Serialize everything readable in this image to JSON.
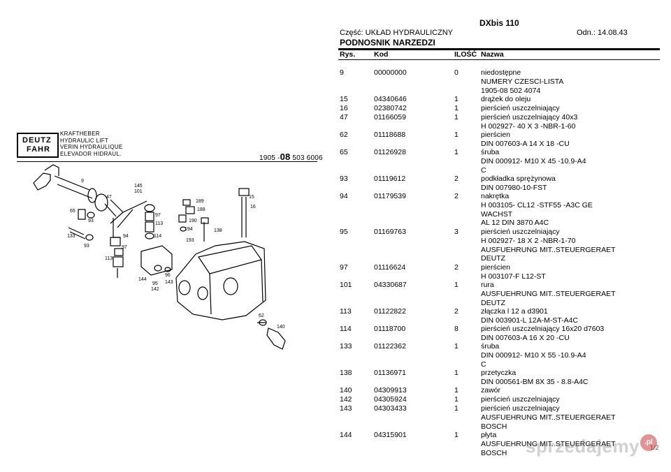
{
  "diagram": {
    "brand_line1": "DEUTZ",
    "brand_line2": "FAHR",
    "titles": [
      "KRAFTHEBER",
      "HYDRAULIC LIFT",
      "VERIN HYDRAULIQUE",
      "ELEVADOR HIDRAUL."
    ],
    "code_prefix": "1905 -",
    "code_big": "08",
    "code_suffix": " 503 6006",
    "callouts": [
      "9",
      "145",
      "101",
      "47",
      "15",
      "16",
      "189",
      "188",
      "190",
      "97",
      "113",
      "194",
      "193",
      "138",
      "65",
      "93",
      "133",
      "94",
      "97",
      "114",
      "113",
      "93",
      "144",
      "95",
      "142",
      "96",
      "143",
      "62",
      "140"
    ]
  },
  "document": {
    "title": "DXbis 110",
    "part_label": "Część: UKŁAD HYDRAULICZNY",
    "date_label": "Odn.: 14.08.43",
    "section": "PODNOSNIK NARZEDZI",
    "headers": {
      "rys": "Rys.",
      "kod": "Kod",
      "ilosc": "ILOŚĆ",
      "nazwa": "Nazwa"
    },
    "rows": [
      {
        "rys": "9",
        "kod": "00000000",
        "ilosc": "0",
        "nazwa": [
          "niedostępne",
          "NUMERY CZESCI-LISTA",
          "1905-08 502 4074"
        ]
      },
      {
        "rys": "15",
        "kod": "04340646",
        "ilosc": "1",
        "nazwa": [
          "drążek do oleju"
        ]
      },
      {
        "rys": "16",
        "kod": "02380742",
        "ilosc": "1",
        "nazwa": [
          "pierścień uszczelniający"
        ]
      },
      {
        "rys": "47",
        "kod": "01166059",
        "ilosc": "1",
        "nazwa": [
          "pierścień uszczelniający 40x3",
          "H 002927- 40 X 3 -NBR-1-60"
        ]
      },
      {
        "rys": "62",
        "kod": "01118688",
        "ilosc": "1",
        "nazwa": [
          "pierścien",
          "DIN 007603-A 14 X 18 -CU"
        ]
      },
      {
        "rys": "65",
        "kod": "01126928",
        "ilosc": "1",
        "nazwa": [
          "śruba",
          "DIN 000912- M10 X 45 -10.9-A4",
          "C"
        ]
      },
      {
        "rys": "93",
        "kod": "01119612",
        "ilosc": "2",
        "nazwa": [
          "podkładka sprężynowa",
          "DIN 007980-10-FST"
        ]
      },
      {
        "rys": "94",
        "kod": "01179539",
        "ilosc": "2",
        "nazwa": [
          "nakrętka",
          "H 003105- CL12 -STF55 -A3C GE",
          "WACHST",
          "AL 12 DIN 3870 A4C"
        ]
      },
      {
        "rys": "95",
        "kod": "01169763",
        "ilosc": "3",
        "nazwa": [
          "pierścień uszczelniający",
          "H 002927- 18 X 2 -NBR-1-70",
          "AUSFUEHRUNG MIT..STEUERGERAET",
          "DEUTZ"
        ]
      },
      {
        "rys": "97",
        "kod": "01116624",
        "ilosc": "2",
        "nazwa": [
          "pierścien",
          "H 003107-F L12-ST"
        ]
      },
      {
        "rys": "101",
        "kod": "04330687",
        "ilosc": "1",
        "nazwa": [
          "rura",
          "AUSFUEHRUNG MIT..STEUERGERAET",
          "DEUTZ"
        ]
      },
      {
        "rys": "113",
        "kod": "01122822",
        "ilosc": "2",
        "nazwa": [
          "złączka l 12 a d3901",
          "DIN 003901-L 12A-M-ST-A4C"
        ]
      },
      {
        "rys": "114",
        "kod": "01118700",
        "ilosc": "8",
        "nazwa": [
          "pierścień uszczelniający 16x20 d7603",
          "DIN 007603-A 16 X 20 -CU"
        ]
      },
      {
        "rys": "133",
        "kod": "01122362",
        "ilosc": "1",
        "nazwa": [
          "śruba",
          "DIN 000912- M10 X 55 -10.9-A4",
          "C"
        ]
      },
      {
        "rys": "138",
        "kod": "01136971",
        "ilosc": "1",
        "nazwa": [
          "przetyczka",
          "DIN 000561-BM 8X 35 - 8.8-A4C"
        ]
      },
      {
        "rys": "140",
        "kod": "04309913",
        "ilosc": "1",
        "nazwa": [
          "zawór"
        ]
      },
      {
        "rys": "142",
        "kod": "04305924",
        "ilosc": "1",
        "nazwa": [
          "pierścień uszczelniający"
        ]
      },
      {
        "rys": "143",
        "kod": "04303433",
        "ilosc": "1",
        "nazwa": [
          "pierścień uszczelniający",
          "AUSFUEHRUNG MIT..STEUERGERAET",
          "BOSCH"
        ]
      },
      {
        "rys": "144",
        "kod": "04315901",
        "ilosc": "1",
        "nazwa": [
          "płyta",
          "AUSFUEHRUNG MIT..STEUERGERAET",
          "BOSCH"
        ]
      }
    ],
    "page": "1/2"
  },
  "watermark": {
    "text": "sprzedajemy",
    "badge": ".pl"
  }
}
